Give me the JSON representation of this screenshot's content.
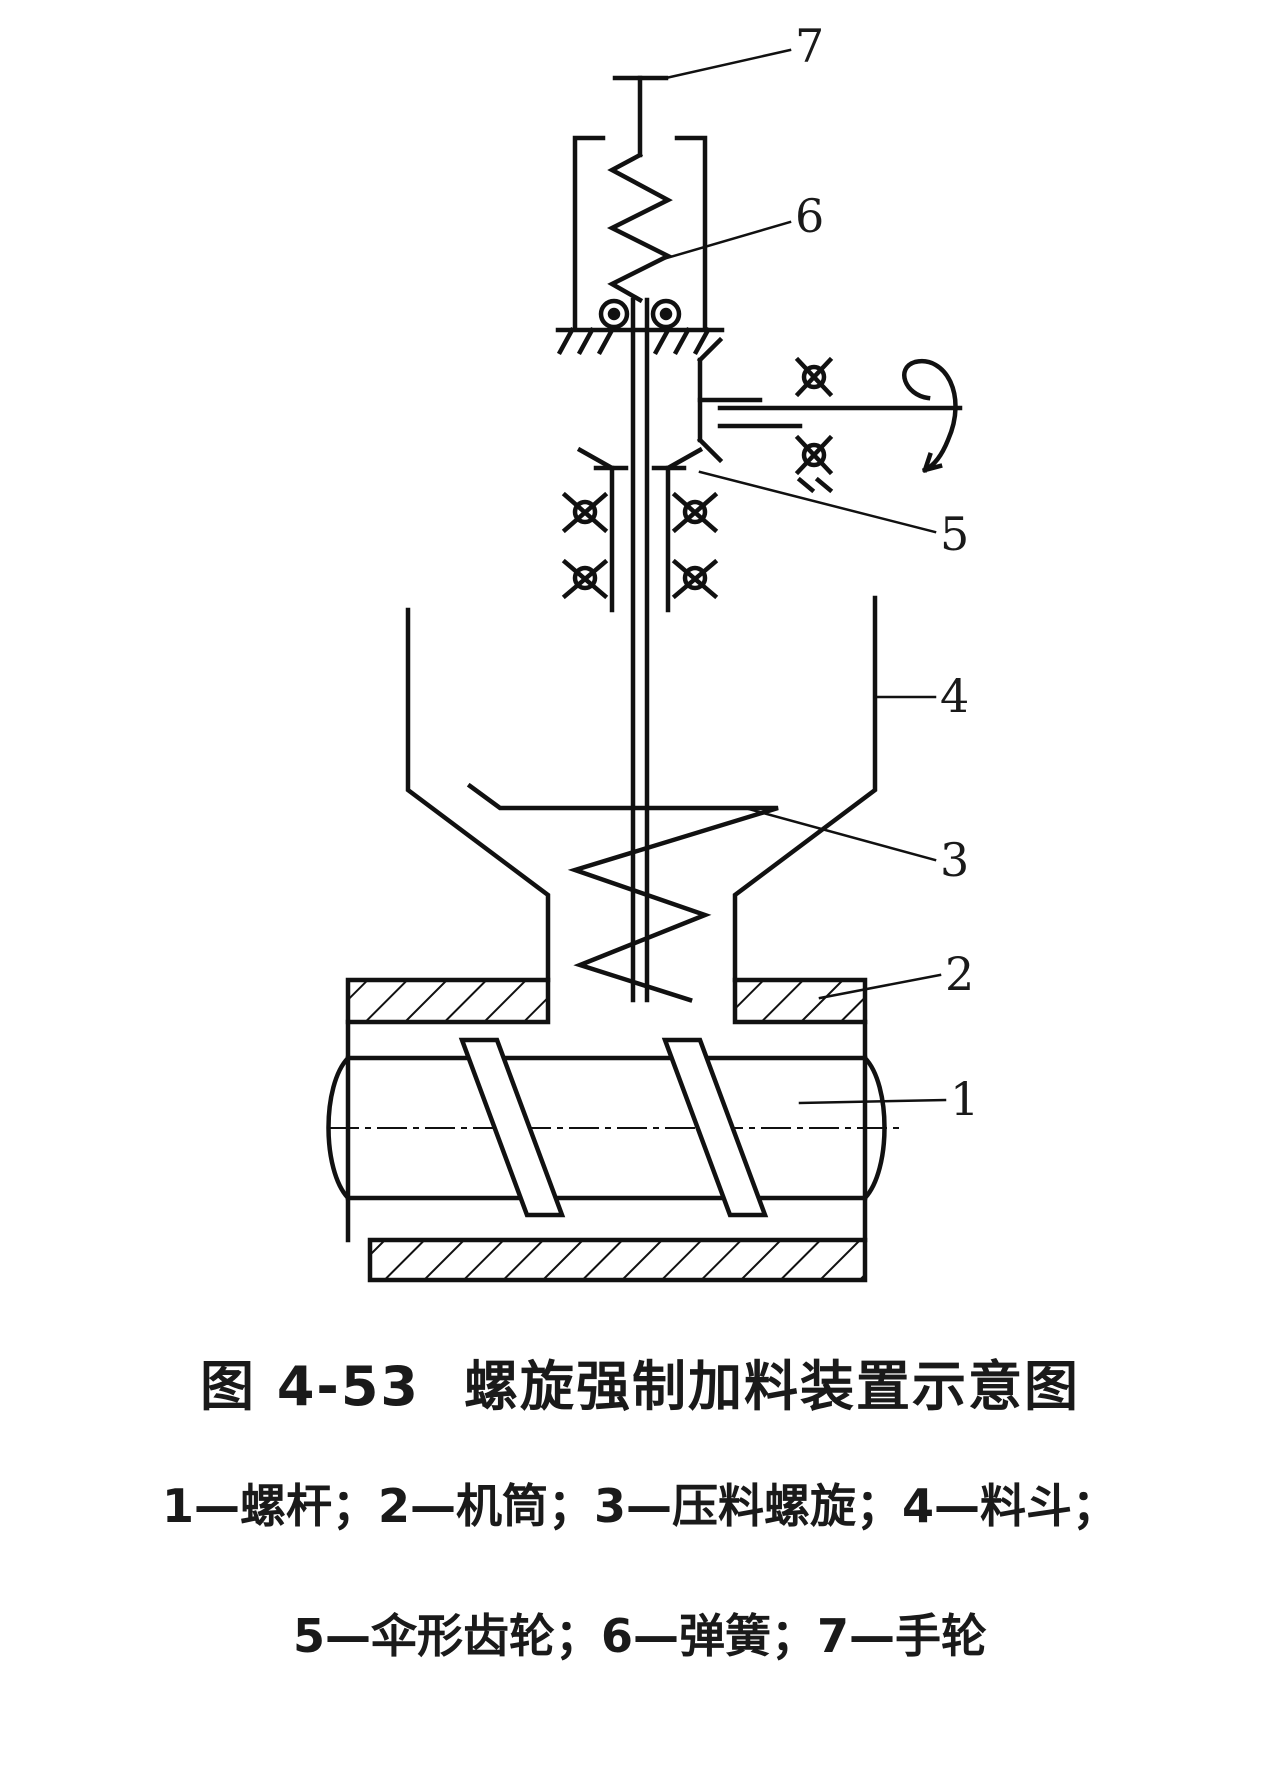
{
  "figure": {
    "number": "图 4-53",
    "title": "螺旋强制加料装置示意图"
  },
  "legend_lines": [
    "1—螺杆；2—机筒；3—压料螺旋；4—料斗；",
    "5—伞形齿轮；6—弹簧；7—手轮"
  ],
  "callouts": {
    "c1": "1",
    "c2": "2",
    "c3": "3",
    "c4": "4",
    "c5": "5",
    "c6": "6",
    "c7": "7"
  },
  "components": [
    "螺杆",
    "机筒",
    "压料螺旋",
    "料斗",
    "伞形齿轮",
    "弹簧",
    "手轮"
  ]
}
